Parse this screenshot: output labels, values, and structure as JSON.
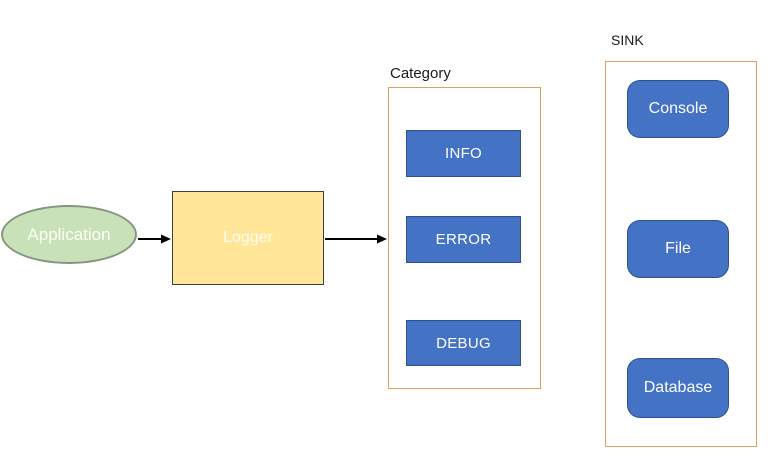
{
  "nodes": {
    "application": {
      "label": "Application"
    },
    "logger": {
      "label": "Logger"
    }
  },
  "groups": {
    "category": {
      "title": "Category",
      "items": [
        {
          "label": "INFO"
        },
        {
          "label": "ERROR"
        },
        {
          "label": "DEBUG"
        }
      ]
    },
    "sink": {
      "title": "SINK",
      "items": [
        {
          "label": "Console"
        },
        {
          "label": "File"
        },
        {
          "label": "Database"
        }
      ]
    }
  },
  "colors": {
    "application_fill": "#c8e1b8",
    "application_border": "#84967e",
    "logger_fill": "#ffe699",
    "logger_border": "#404040",
    "node_fill": "#4472c4",
    "node_border": "#2f528f",
    "group_border": "#dfa05a",
    "arrow": "#000000",
    "canvas": "#ffffff"
  }
}
